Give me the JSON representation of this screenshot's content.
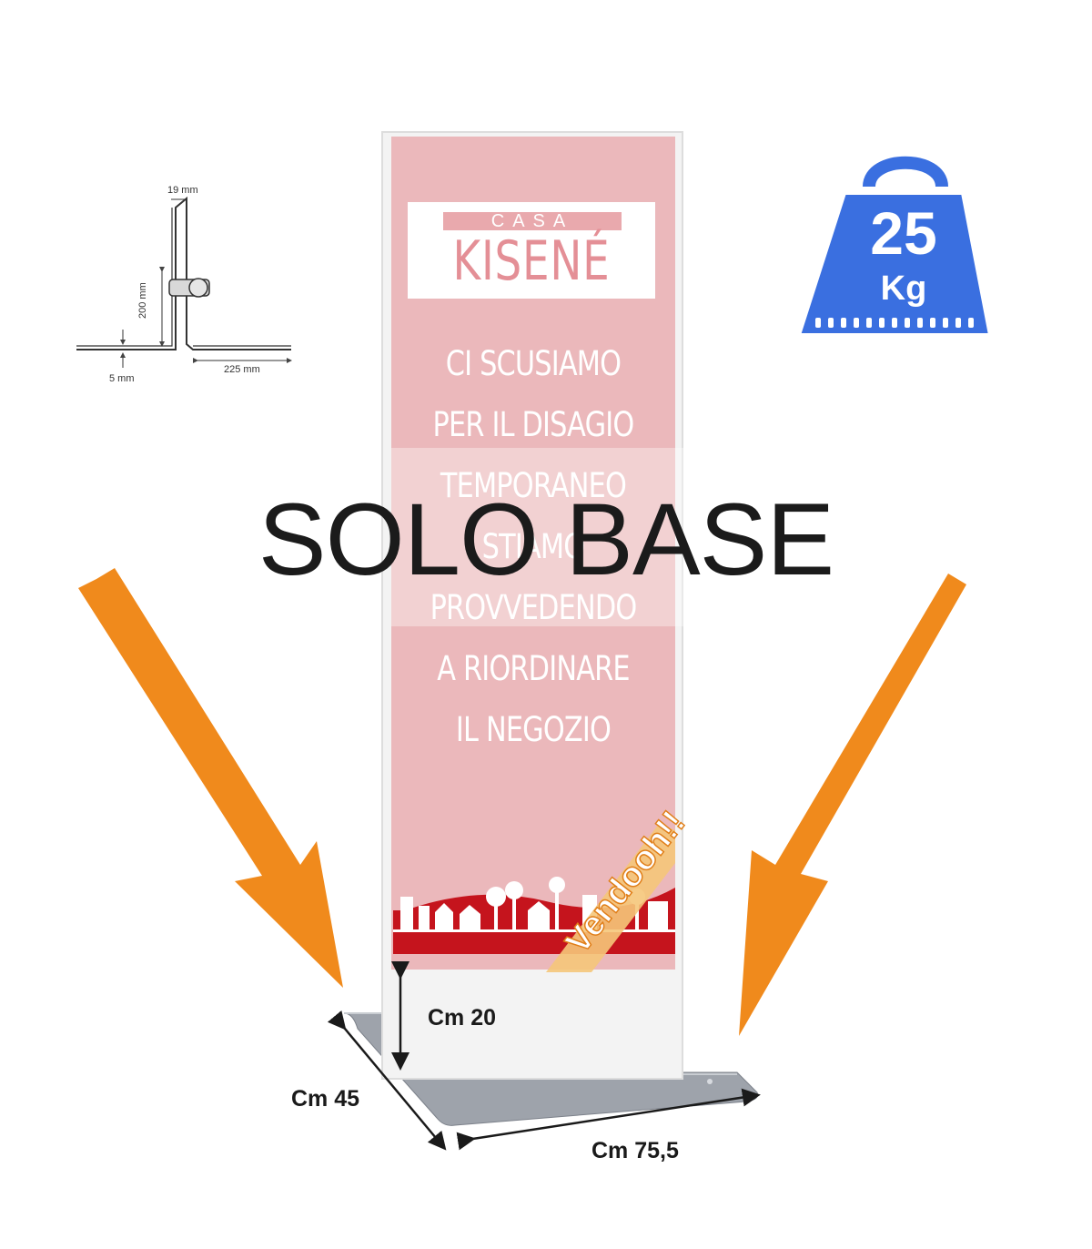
{
  "headline": "SOLO BASE",
  "weight_badge": {
    "value": "25",
    "unit": "Kg",
    "color": "#3a6fe0"
  },
  "panel": {
    "brand_top": "CASA",
    "brand_name": "KISENÉ",
    "message_lines": [
      "CI SCUSIAMO",
      "PER IL DISAGIO",
      "TEMPORANEO",
      "STIAMO",
      "PROVVEDENDO",
      "A RIORDINARE",
      "IL NEGOZIO"
    ],
    "panel_color": "#ebb8bb",
    "footer_color": "#c5141d",
    "watermark": "Vendooh!!"
  },
  "dimensions": {
    "height": "Cm 20",
    "depth": "Cm 45",
    "width": "Cm 75,5"
  },
  "technical_drawing": {
    "thickness_top": "19 mm",
    "height": "200 mm",
    "base_thickness": "5 mm",
    "base_length": "225 mm"
  },
  "arrow_color": "#f08a1c"
}
